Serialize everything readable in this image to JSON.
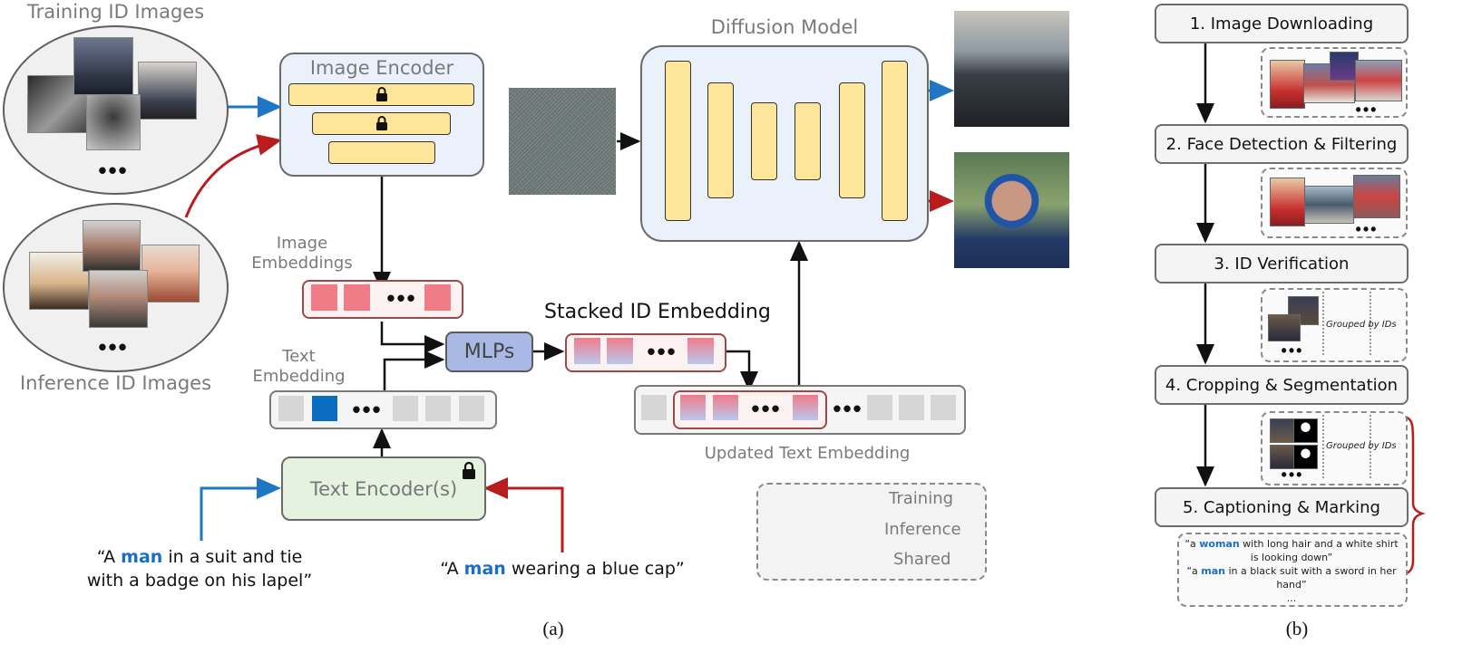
{
  "left": {
    "training_images_label": "Training ID Images",
    "inference_images_label": "Inference ID Images",
    "dots": "•••",
    "image_encoder_label": "Image Encoder",
    "image_embeddings_label_line1": "Image",
    "image_embeddings_label_line2": "Embeddings",
    "text_embedding_label_line1": "Text",
    "text_embedding_label_line2": "Embedding",
    "mlps_label": "MLPs",
    "stacked_id_label": "Stacked ID Embedding",
    "updated_text_label": "Updated Text Embedding",
    "text_encoder_label": "Text Encoder(s)",
    "diffusion_label": "Diffusion Model",
    "training_prompt": {
      "before": "“A ",
      "highlight": "man",
      "after_line1": " in a suit and tie",
      "line2": "with a badge on his lapel”"
    },
    "inference_prompt": {
      "before": "“A ",
      "highlight": "man",
      "after": " wearing a blue cap”"
    },
    "legend": {
      "training": "Training",
      "inference": "Inference",
      "shared": "Shared"
    },
    "subfigure_label": "(a)"
  },
  "right": {
    "steps": [
      "1. Image Downloading",
      "2. Face Detection & Filtering",
      "3. ID Verification",
      "4. Cropping & Segmentation",
      "5. Captioning & Marking"
    ],
    "grouped_by_ids": "Grouped by IDs",
    "captions": {
      "c1_before": "“a ",
      "c1_highlight": "woman",
      "c1_after": " with long hair and a white shirt",
      "c1_line2": "is looking down”",
      "c2_before": "“a ",
      "c2_highlight": "man",
      "c2_after": " in a black suit with a sword in her",
      "c2_line2": "hand”",
      "ellipsis": "..."
    },
    "subfigure_label": "(b)"
  },
  "colors": {
    "training_arrow": "#1f77c4",
    "inference_arrow": "#b81c1c",
    "shared_arrow": "#111111",
    "highlight": "#1a6fc4"
  }
}
